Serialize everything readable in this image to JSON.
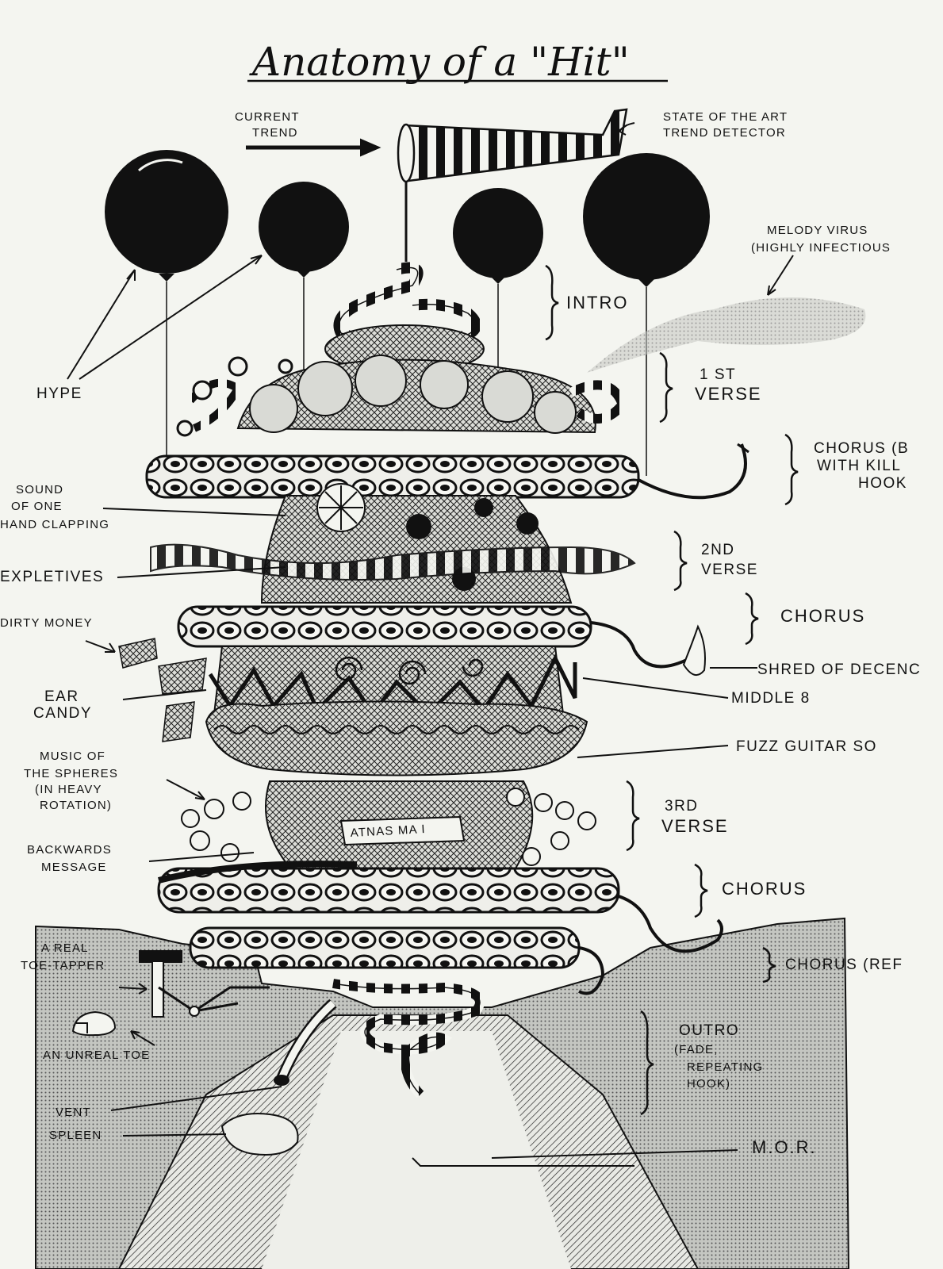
{
  "title": "Anatomy of a \"Hit\"",
  "labels": {
    "current_trend": [
      "CURRENT",
      "TREND"
    ],
    "trend_detector": [
      "STATE OF THE ART",
      "TREND DETECTOR"
    ],
    "melody_virus": [
      "MELODY VIRUS",
      "(HIGHLY INFECTIOUS"
    ],
    "hype": "HYPE",
    "intro": "INTRO",
    "first_verse": [
      "1 ST",
      "VERSE"
    ],
    "chorus_killer": [
      "CHORUS (B",
      "WITH KILL",
      "HOOK"
    ],
    "sound_one_hand": [
      "SOUND",
      "OF ONE",
      "HAND CLAPPING"
    ],
    "second_verse": [
      "2ND",
      "VERSE"
    ],
    "expletives": "EXPLETIVES",
    "chorus_1": "CHORUS",
    "dirty_money": "DIRTY MONEY",
    "shred": "SHRED OF DECENC",
    "ear_candy": [
      "EAR",
      "CANDY"
    ],
    "middle_8": "MIDDLE 8",
    "fuzz_guitar": "FUZZ GUITAR SO",
    "music_spheres": [
      "MUSIC OF",
      "THE SPHERES",
      "(IN HEAVY",
      "ROTATION)"
    ],
    "third_verse": [
      "3RD",
      "VERSE"
    ],
    "backwards": [
      "BACKWARDS",
      "MESSAGE"
    ],
    "backwards_banner": "ATNAS MA I",
    "chorus_2": "CHORUS",
    "real_toe_tapper": [
      "A REAL",
      "TOE-TAPPER"
    ],
    "chorus_ref": "CHORUS (REF",
    "unreal_toe": "AN UNREAL TOE",
    "outro": [
      "OUTRO",
      "(FADE,",
      "REPEATING",
      "HOOK)"
    ],
    "vent": "VENT",
    "spleen": "SPLEEN",
    "mor": "M.O.R."
  },
  "colors": {
    "ink": "#111111",
    "paper": "#f4f5f0",
    "ground": "#b9bbb6"
  }
}
